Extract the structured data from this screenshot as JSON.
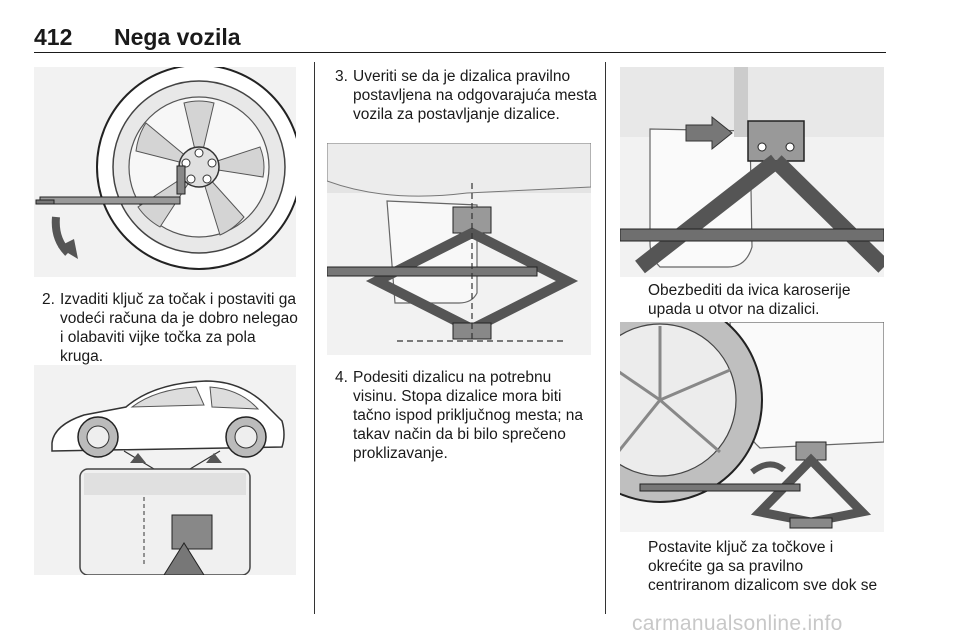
{
  "header": {
    "page_number": "412",
    "section_title": "Nega vozila"
  },
  "steps": [
    {
      "number": "2.",
      "text": "Izvaditi ključ za točak i postaviti ga vodeći računa da je dobro nelegao i olabaviti vijke točka za pola kruga."
    },
    {
      "number": "3.",
      "text": "Uveriti se da je dizalica pravilno postavljena na odgovarajuća mesta vozila za postavljanje dizalice."
    },
    {
      "number": "4.",
      "text": "Podesiti dizalicu na potrebnu visinu. Stopa dizalice mora biti tačno ispod priključnog mesta; na takav način da bi bilo sprečeno proklizavanje."
    }
  ],
  "captions": {
    "karoserija": "Obezbediti da ivica karoserije upada u otvor na dizalici.",
    "kljuc": "Postavite ključ za točkove i okrećite ga sa pravilno centriranom dizalicom sve dok se"
  },
  "figures": {
    "wheel_wrench": "wheel-with-wrench-illustration",
    "car_jack_points": "car-jacking-points-illustration",
    "jack_under_car": "jack-under-car-illustration",
    "jack_closeup": "jack-closeup-illustration",
    "jack_wheel": "jack-with-wheel-illustration"
  },
  "watermark": "carmanualsonline.info"
}
